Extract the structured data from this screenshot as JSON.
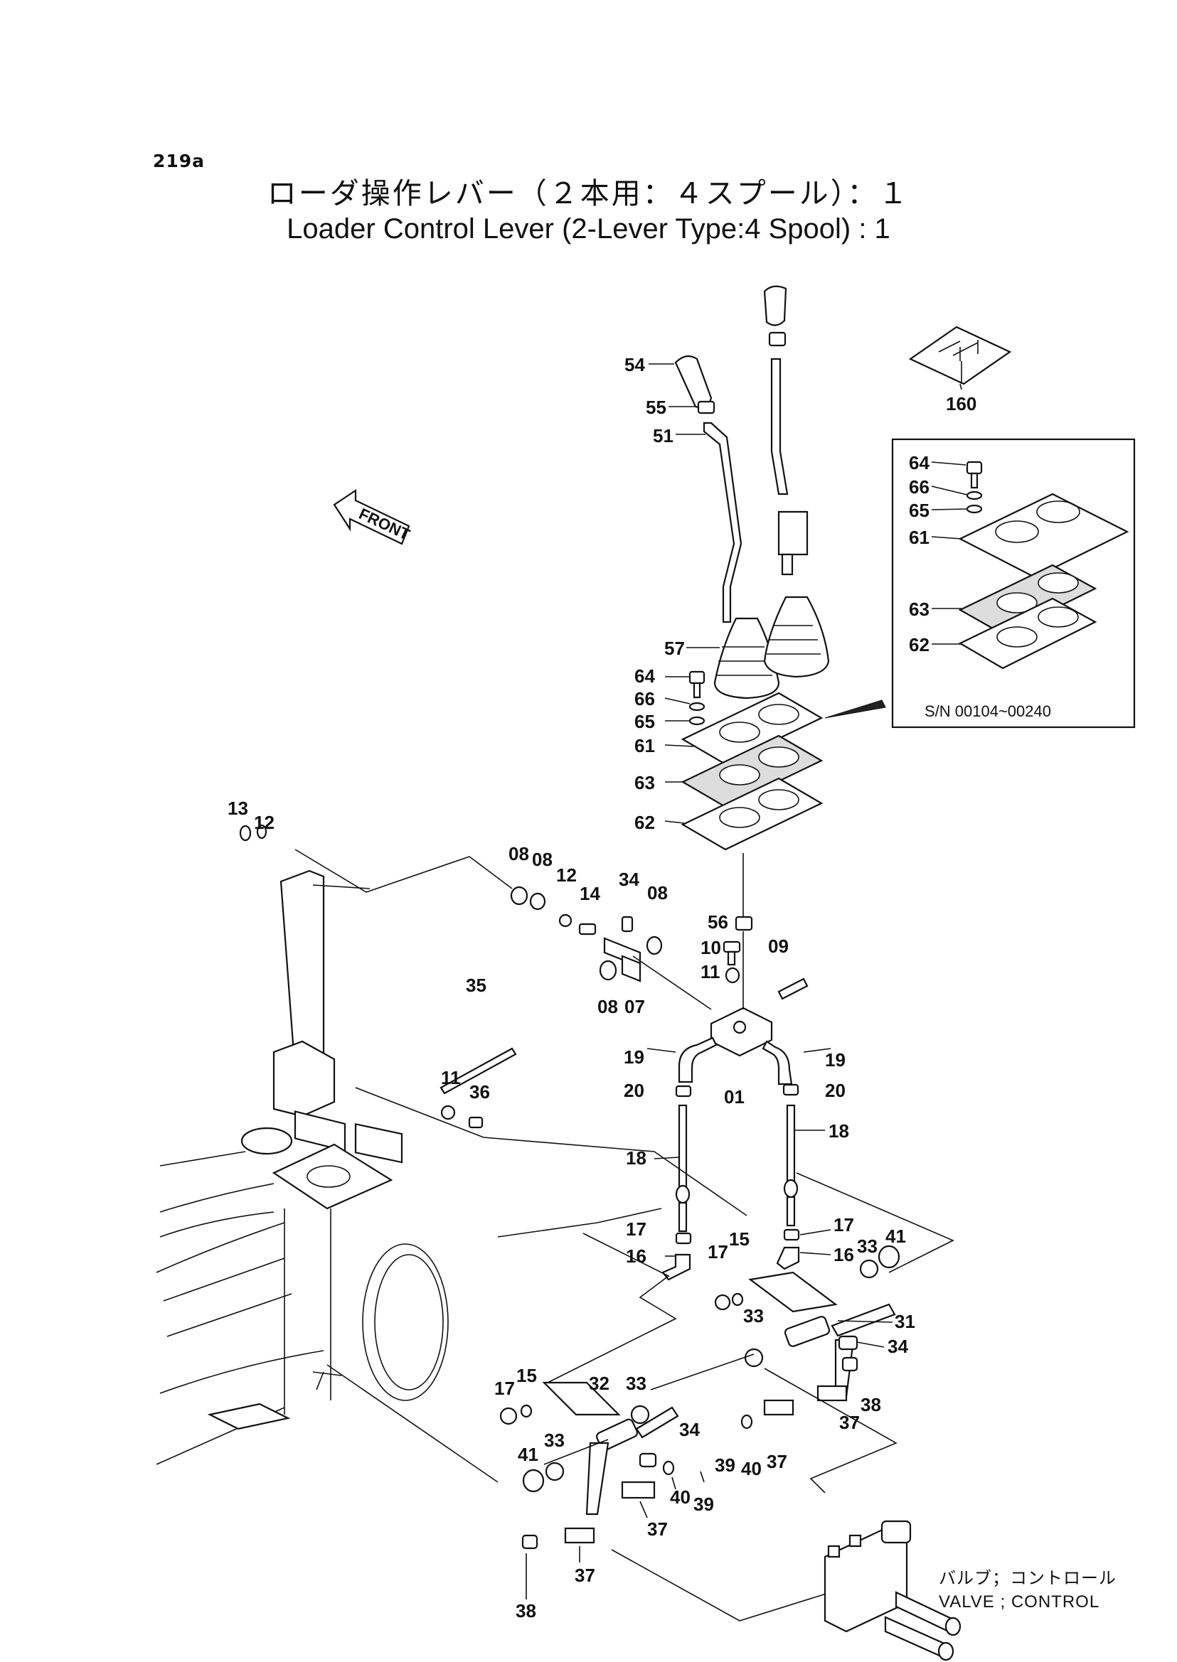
{
  "page_id": "219a",
  "title_jp": "ローダ操作レバー（２本用：４スプール）：１",
  "title_en": "Loader Control Lever (2-Lever Type:4 Spool) : 1",
  "front_label": "FRONT",
  "inset": {
    "serial": "S/N  00104~00240"
  },
  "valve": {
    "label_jp": "バルブ；コントロール",
    "label_en": "VALVE ; CONTROL"
  },
  "labels": {
    "p160": "160",
    "p54": "54",
    "p55": "55",
    "p51": "51",
    "p57": "57",
    "p64": "64",
    "p66": "66",
    "p65": "65",
    "p61": "61",
    "p63": "63",
    "p62": "62",
    "p64i": "64",
    "p66i": "66",
    "p65i": "65",
    "p61i": "61",
    "p63i": "63",
    "p62i": "62",
    "p13": "13",
    "p12": "12",
    "p08a": "08",
    "p08b": "08",
    "p12b": "12",
    "p14": "14",
    "p34": "34",
    "p08c": "08",
    "p08d": "08",
    "p07": "07",
    "p56": "56",
    "p10": "10",
    "p11": "11",
    "p09": "09",
    "p35": "35",
    "p11b": "11",
    "p36": "36",
    "p19a": "19",
    "p19b": "19",
    "p20a": "20",
    "p20b": "20",
    "p01": "01",
    "p18a": "18",
    "p18b": "18",
    "p17a": "17",
    "p17b": "17",
    "p16a": "16",
    "p16b": "16",
    "p15": "15",
    "p17c": "17",
    "p33a": "33",
    "p41a": "41",
    "p31": "31",
    "p34b": "34",
    "p33b": "33",
    "p38a": "38",
    "p37a": "37",
    "p17d": "17",
    "p15b": "15",
    "p32": "32",
    "p33c": "33",
    "p34c": "34",
    "p39a": "39",
    "p40a": "40",
    "p37b": "37",
    "p33d": "33",
    "p41b": "41",
    "p40b": "40",
    "p39b": "39",
    "p37c": "37",
    "p37d": "37",
    "p38b": "38"
  }
}
